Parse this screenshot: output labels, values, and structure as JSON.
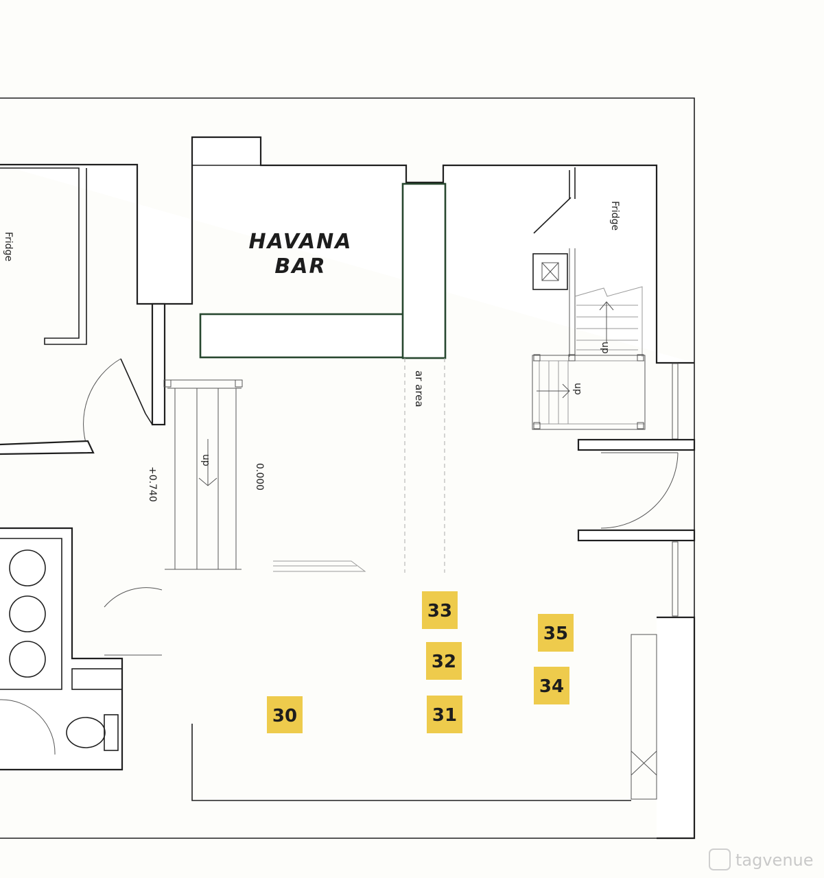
{
  "venue": {
    "bar_name_line1": "HAVANA",
    "bar_name_line2": "BAR"
  },
  "labels": {
    "fridge_left": "Fridge",
    "fridge_right": "Fridge",
    "bar_area": "ar area",
    "up_main": "up",
    "up_right_1": "up",
    "up_right_2": "up",
    "level_left": "+0.740",
    "level_right": "0.000"
  },
  "table_tags": [
    {
      "id": "30"
    },
    {
      "id": "31"
    },
    {
      "id": "32"
    },
    {
      "id": "33"
    },
    {
      "id": "34"
    },
    {
      "id": "35"
    }
  ],
  "colors": {
    "tag": "#eecb4c",
    "bar_outline": "#27472f"
  },
  "watermark": {
    "text": "tagvenue"
  }
}
